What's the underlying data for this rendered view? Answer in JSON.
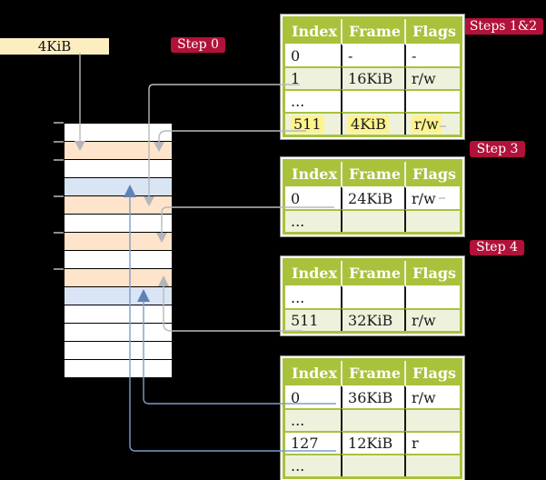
{
  "colors": {
    "badge_red": "#b1123a",
    "table_green": "#a8c23c",
    "table_row_light": "#eef2dc",
    "highlight_yellow": "#fdf38f",
    "frame_box_wheat": "#fdeec1",
    "mem_peach": "#fde4ca",
    "mem_blue": "#d9e5f4",
    "gray_line": "#b9babc",
    "gray_arrow": "#b2b5bc",
    "blue_line": "#7d9dc9",
    "blue_arrow": "#5f82b5"
  },
  "frame_box": {
    "label": "4KiB"
  },
  "badges": {
    "step0": "Step 0",
    "steps12": "Steps 1&2",
    "step3": "Step 3",
    "step4": "Step 4"
  },
  "page_tables": [
    {
      "id": "level4",
      "columns": [
        "Index",
        "Frame",
        "Flags"
      ],
      "rows": [
        {
          "cells": [
            "0",
            "-",
            "-"
          ],
          "shade": false,
          "highlight": false
        },
        {
          "cells": [
            "1",
            "16KiB",
            "r/w"
          ],
          "shade": true,
          "highlight": false
        },
        {
          "cells": [
            "...",
            "",
            ""
          ],
          "shade": false,
          "highlight": false
        },
        {
          "cells": [
            "511",
            "4KiB",
            "r/w"
          ],
          "shade": true,
          "highlight": true
        }
      ]
    },
    {
      "id": "level3",
      "columns": [
        "Index",
        "Frame",
        "Flags"
      ],
      "rows": [
        {
          "cells": [
            "0",
            "24KiB",
            "r/w"
          ],
          "shade": false,
          "highlight": false
        },
        {
          "cells": [
            "...",
            "",
            ""
          ],
          "shade": true,
          "highlight": false
        }
      ]
    },
    {
      "id": "level2",
      "columns": [
        "Index",
        "Frame",
        "Flags"
      ],
      "rows": [
        {
          "cells": [
            "...",
            "",
            ""
          ],
          "shade": false,
          "highlight": false
        },
        {
          "cells": [
            "511",
            "32KiB",
            "r/w"
          ],
          "shade": true,
          "highlight": false
        }
      ]
    },
    {
      "id": "level1",
      "columns": [
        "Index",
        "Frame",
        "Flags"
      ],
      "rows": [
        {
          "cells": [
            "0",
            "36KiB",
            "r/w"
          ],
          "shade": false,
          "highlight": false
        },
        {
          "cells": [
            "...",
            "",
            ""
          ],
          "shade": true,
          "highlight": false
        },
        {
          "cells": [
            "127",
            "12KiB",
            "r"
          ],
          "shade": false,
          "highlight": false
        },
        {
          "cells": [
            "...",
            "",
            ""
          ],
          "shade": true,
          "highlight": false
        }
      ]
    }
  ],
  "memory_column": {
    "rows": [
      "white",
      "peach",
      "white",
      "blue",
      "peach",
      "white",
      "peach",
      "white",
      "peach",
      "blue",
      "white",
      "white",
      "white",
      "white"
    ],
    "tick_offsets": [
      0,
      21,
      41,
      81,
      121,
      161
    ]
  }
}
